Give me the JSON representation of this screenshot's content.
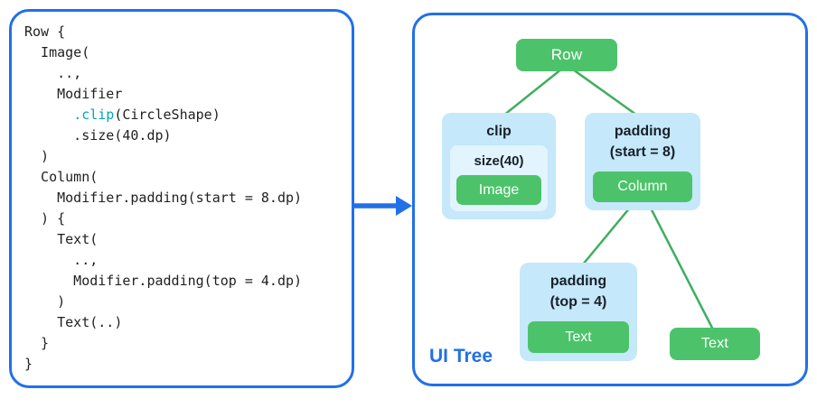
{
  "colors": {
    "blue": "#2170e8",
    "teal": "#00a5c0",
    "green": "#4cc36a",
    "green_line": "#3fae5f",
    "light_blue": "#c5e8fa",
    "lighter_blue": "#e2f4fd",
    "code_text": "#1f1f1f",
    "tree_label_text": "#17202a"
  },
  "code_panel": {
    "lines": [
      {
        "segments": [
          {
            "text": "Row {"
          }
        ]
      },
      {
        "segments": [
          {
            "text": "  Image("
          }
        ]
      },
      {
        "segments": [
          {
            "text": "    ..,"
          }
        ]
      },
      {
        "segments": [
          {
            "text": "    Modifier"
          }
        ]
      },
      {
        "segments": [
          {
            "text": "      "
          },
          {
            "text": ".clip",
            "color": "teal"
          },
          {
            "text": "(CircleShape)"
          }
        ]
      },
      {
        "segments": [
          {
            "text": "      .size(40.dp)"
          }
        ]
      },
      {
        "segments": [
          {
            "text": "  )"
          }
        ]
      },
      {
        "segments": [
          {
            "text": "  Column("
          }
        ]
      },
      {
        "segments": [
          {
            "text": "    Modifier.padding(start = 8.dp)"
          }
        ]
      },
      {
        "segments": [
          {
            "text": "  ) {"
          }
        ]
      },
      {
        "segments": [
          {
            "text": "    Text("
          }
        ]
      },
      {
        "segments": [
          {
            "text": "      ..,"
          }
        ]
      },
      {
        "segments": [
          {
            "text": "      Modifier.padding(top = 4.dp)"
          }
        ]
      },
      {
        "segments": [
          {
            "text": "    )"
          }
        ]
      },
      {
        "segments": [
          {
            "text": "    Text(..)"
          }
        ]
      },
      {
        "segments": [
          {
            "text": "  }"
          }
        ]
      },
      {
        "segments": [
          {
            "text": "}"
          }
        ]
      }
    ]
  },
  "tree_panel": {
    "caption": "UI Tree",
    "row_label": "Row",
    "clip_label": "clip",
    "size_label": "size(40)",
    "image_label": "Image",
    "padding_start_label_line1": "padding",
    "padding_start_label_line2": "(start = 8)",
    "column_label": "Column",
    "padding_top_label_line1": "padding",
    "padding_top_label_line2": "(top = 4)",
    "text_left_label": "Text",
    "text_right_label": "Text"
  }
}
